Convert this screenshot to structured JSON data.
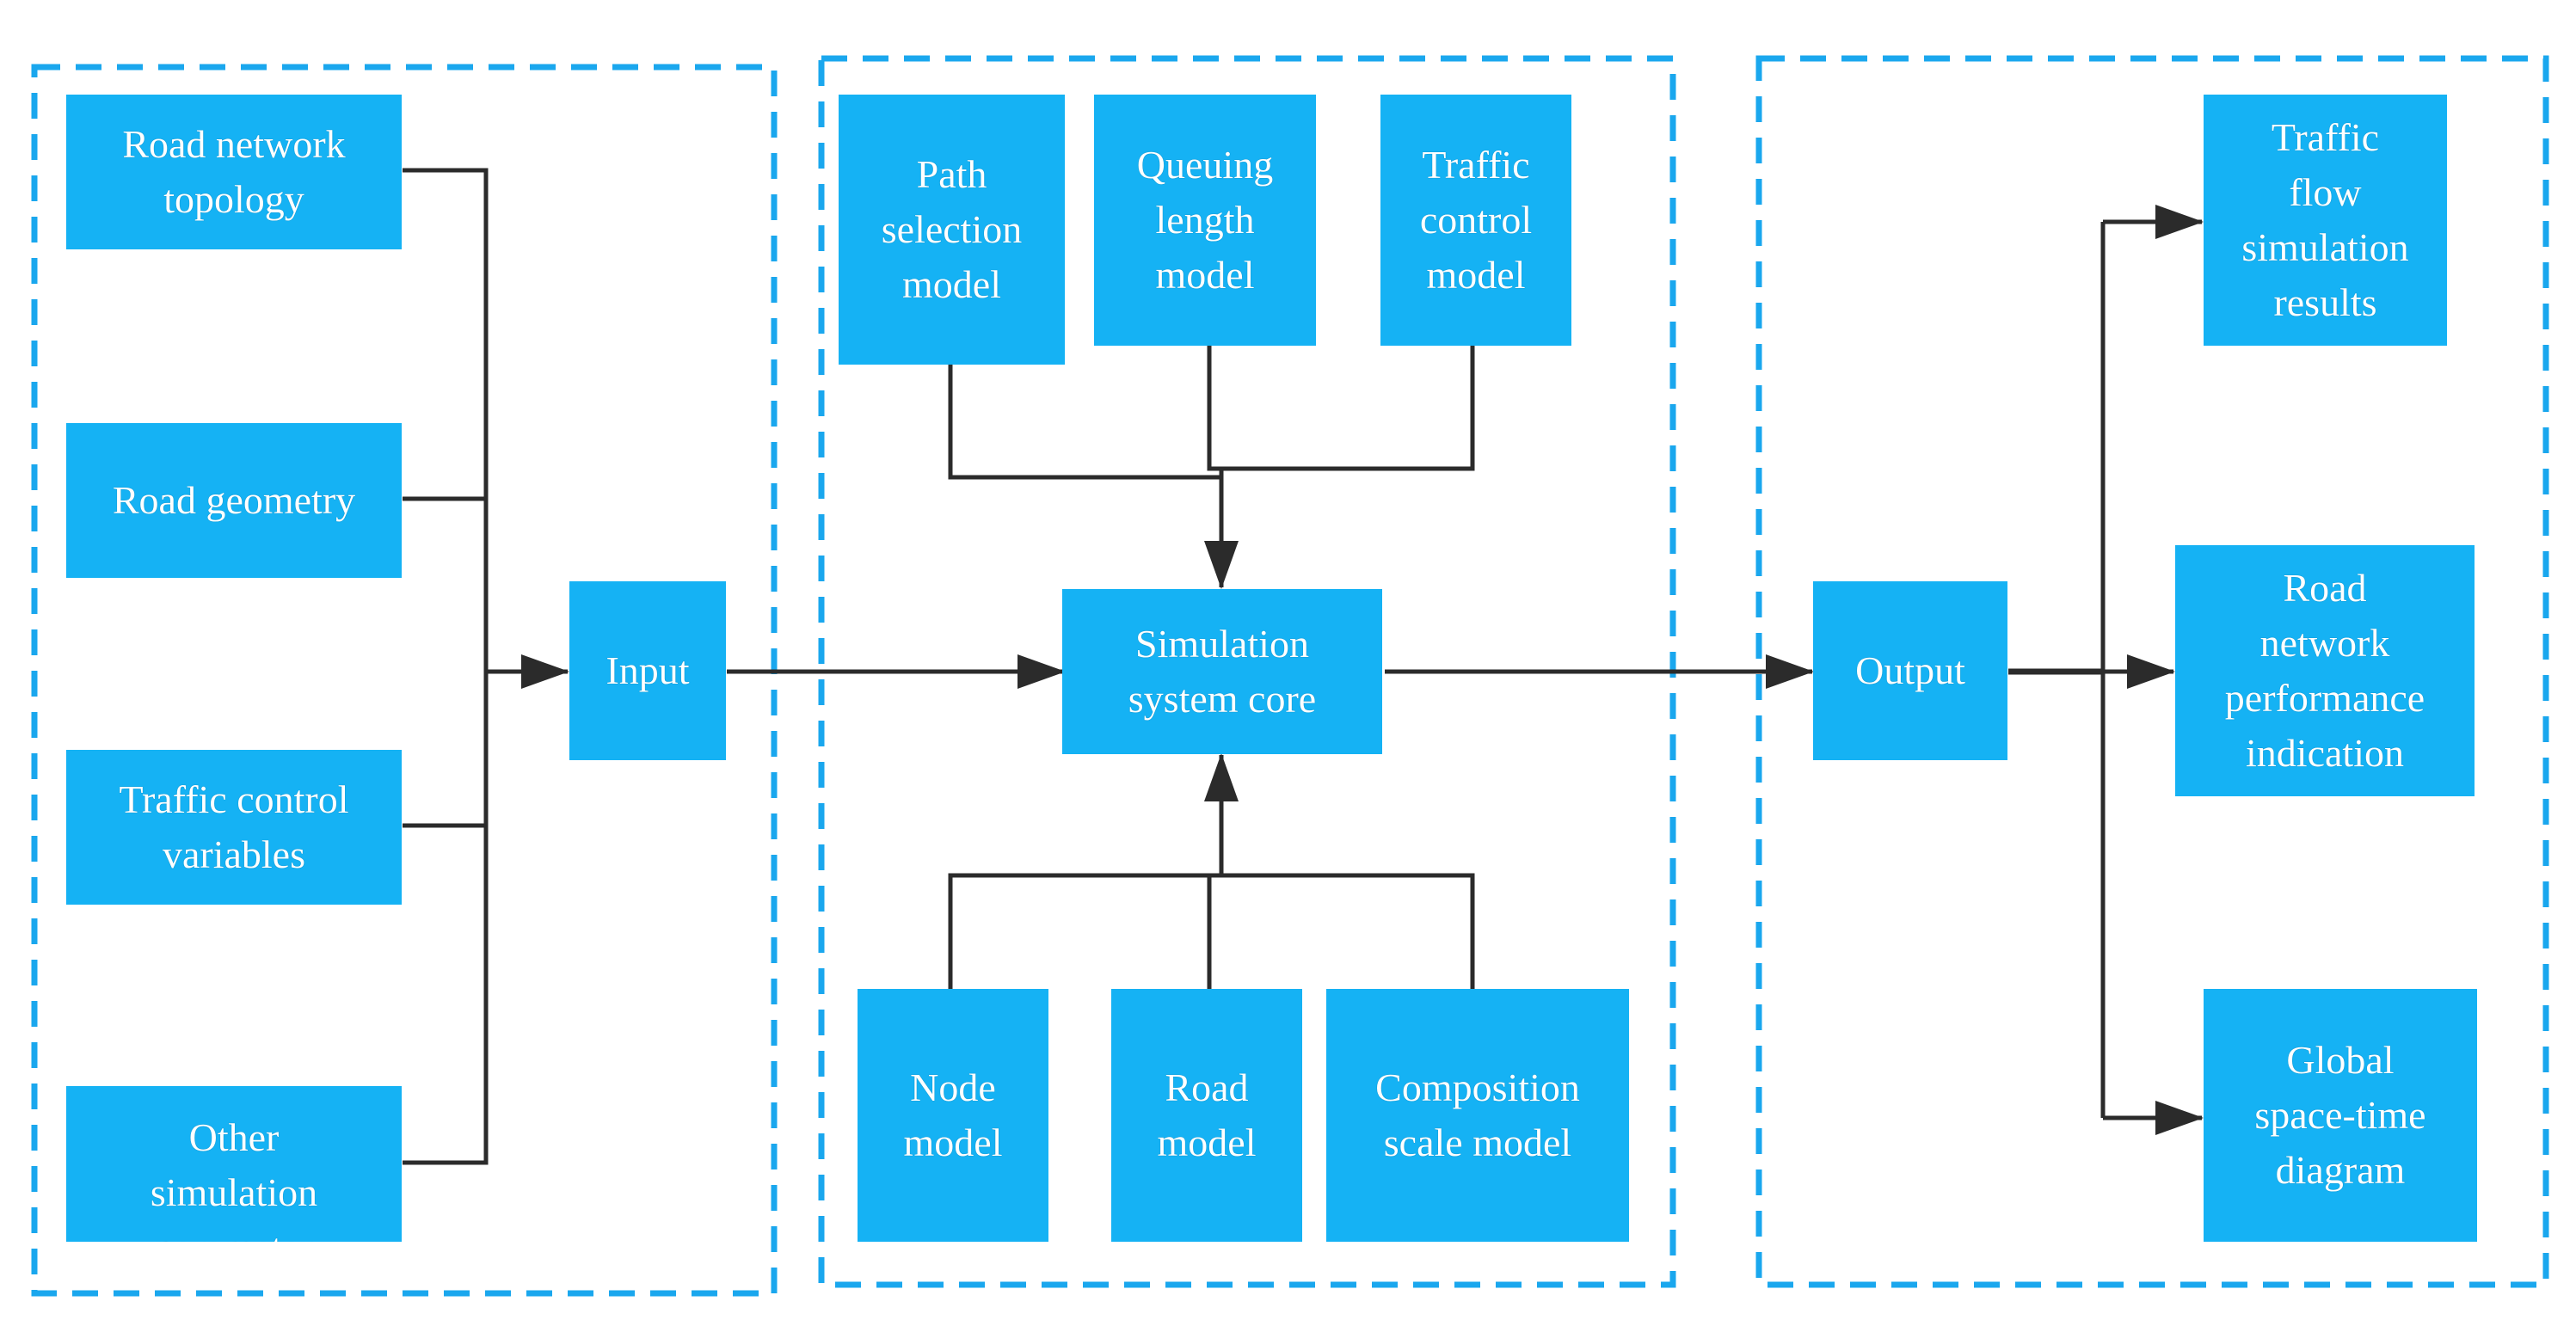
{
  "colors": {
    "box": "#15b2f4",
    "group_border": "#1aa7ee",
    "connector": "#2b2b2b",
    "text": "#ffffff"
  },
  "inputs": {
    "road_network_topology": "Road network\ntopology",
    "road_geometry": "Road geometry",
    "traffic_control_variables": "Traffic control\nvariables",
    "other_simulation_parameter": "Other\nsimulation\nparameter"
  },
  "input_node": "Input",
  "models_top": {
    "path_selection": "Path\nselection\nmodel",
    "queuing_length": "Queuing\nlength\nmodel",
    "traffic_control": "Traffic\ncontrol\nmodel"
  },
  "core": "Simulation\nsystem core",
  "models_bottom": {
    "node": "Node\nmodel",
    "road": "Road\nmodel",
    "composition_scale": "Composition\nscale model"
  },
  "output_node": "Output",
  "outputs": {
    "traffic_flow_results": "Traffic\nflow\nsimulation\nresults",
    "road_network_performance": "Road\nnetwork\nperformance\nindication",
    "global_space_time": "Global\nspace-time\ndiagram"
  }
}
